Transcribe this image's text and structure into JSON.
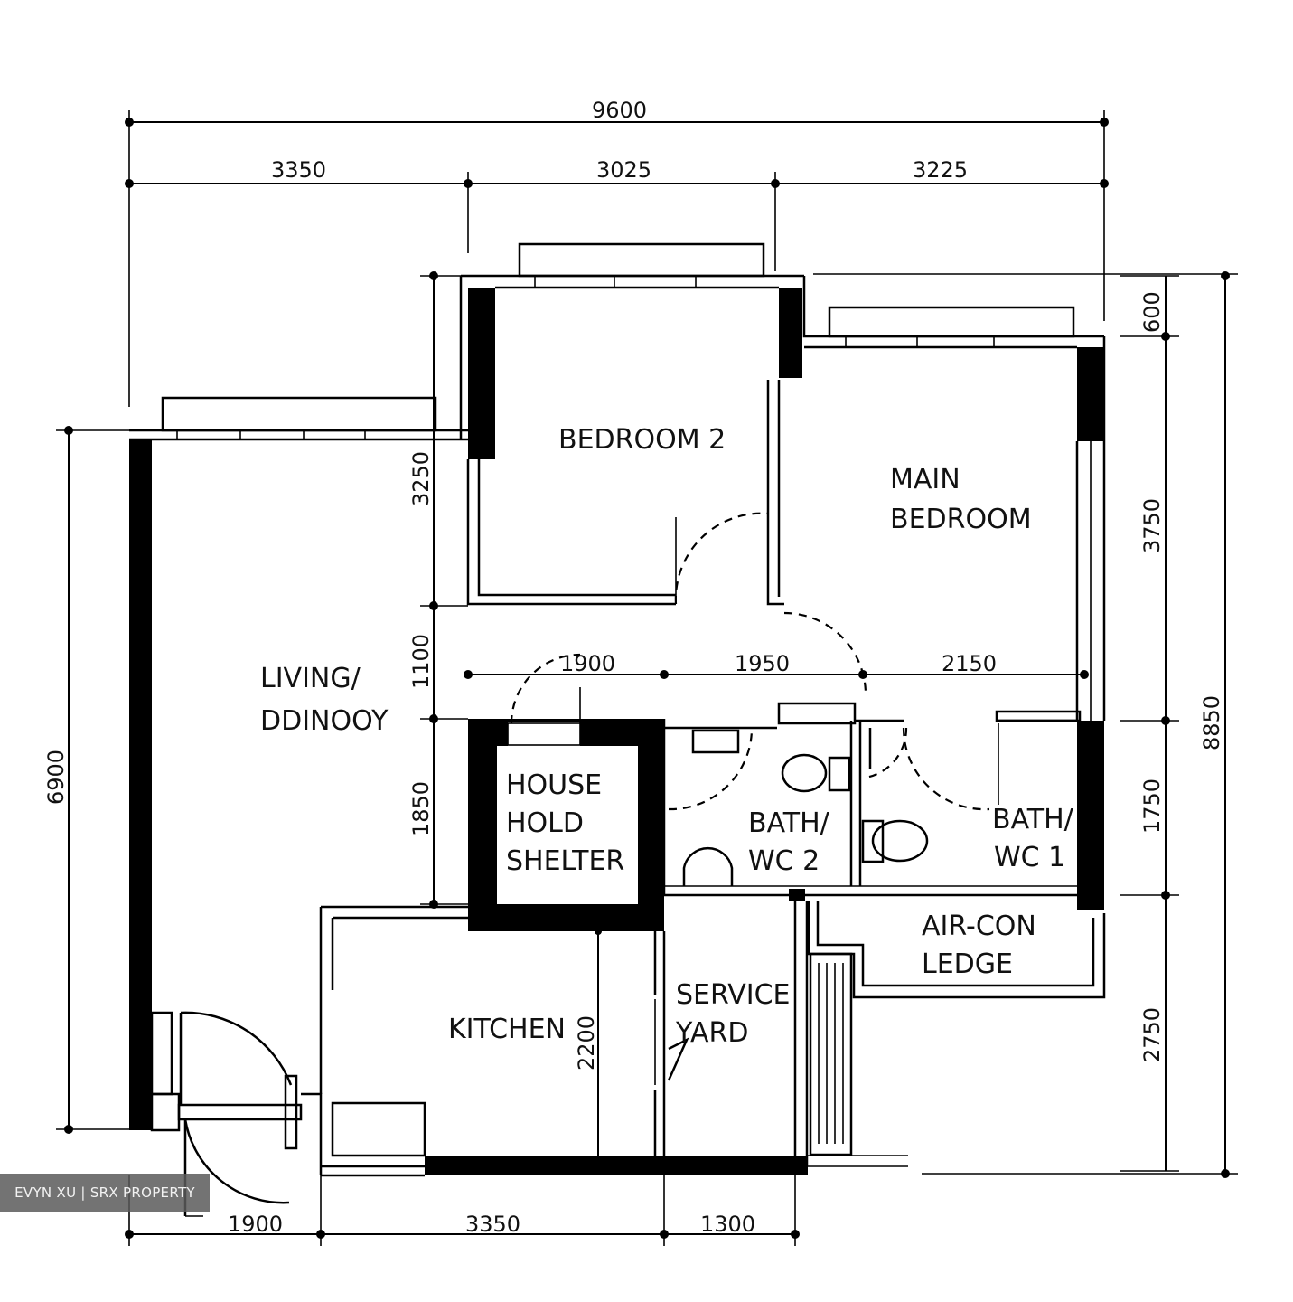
{
  "rooms": {
    "bedroom2": "BEDROOM  2",
    "main_bedroom_l1": "MAIN",
    "main_bedroom_l2": "BEDROOM",
    "living_l1": "LIVING/",
    "living_l2": "DDINOOY",
    "household_l1": "HOUSE",
    "household_l2": "HOLD",
    "household_l3": "SHELTER",
    "bath2_l1": "BATH/",
    "bath2_l2": "WC  2",
    "bath1_l1": "BATH/",
    "bath1_l2": "WC  1",
    "aircon_l1": "AIR-CON",
    "aircon_l2": "LEDGE",
    "kitchen": "KITCHEN",
    "service_l1": "SERVICE",
    "service_l2": "YARD"
  },
  "dimensions": {
    "top_total": "9600",
    "top_seg1": "3350",
    "top_seg2": "3025",
    "top_seg3": "3225",
    "left_total": "6900",
    "inner_3250": "3250",
    "inner_1100": "1100",
    "inner_1850": "1850",
    "kitchen_2200": "2200",
    "mid_1900": "1900",
    "mid_1950": "1950",
    "mid_2150": "2150",
    "right_600": "600",
    "right_3750": "3750",
    "right_1750": "1750",
    "right_2750": "2750",
    "right_total": "8850",
    "bottom_1900": "1900",
    "bottom_3350": "3350",
    "bottom_1300": "1300"
  },
  "watermark": "EVYN XU | SRX PROPERTY"
}
